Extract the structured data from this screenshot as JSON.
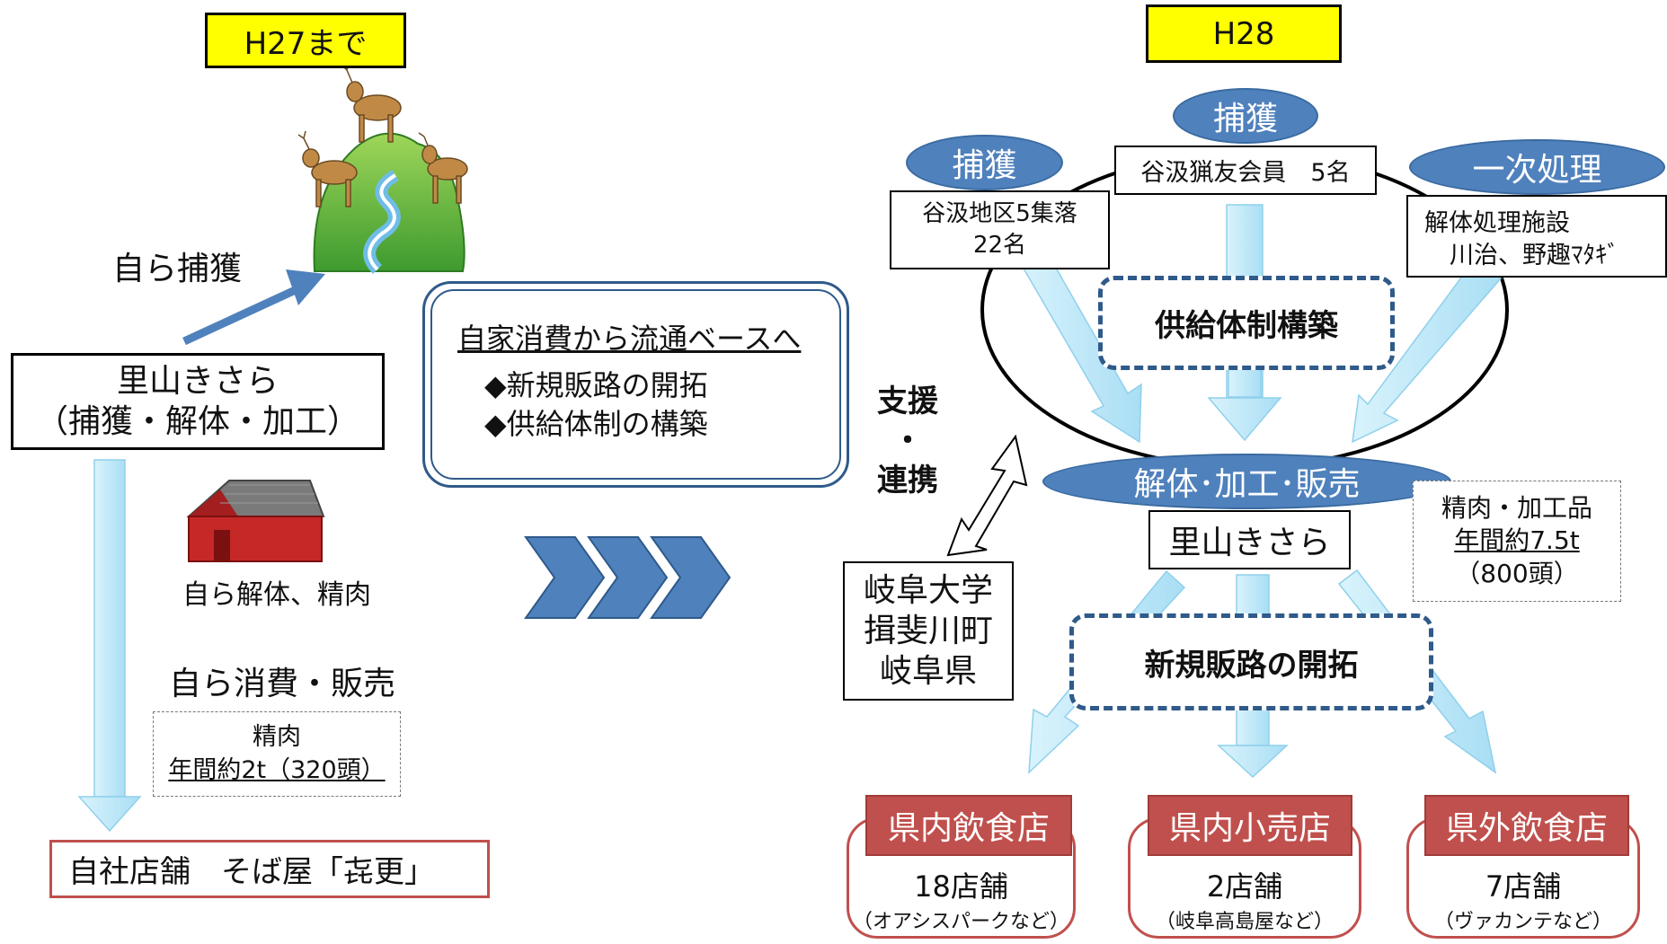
{
  "left": {
    "period_label": "H27まで",
    "self_capture": "自ら捕獲",
    "org_name": "里山きさら",
    "org_sub": "（捕獲・解体・加工）",
    "self_dismantle": "自ら解体、精肉",
    "self_consume": "自ら消費・販売",
    "meat_label": "精肉",
    "meat_volume": "年間約2t（320頭）",
    "store": "自社店舗　そば屋「㐂更」"
  },
  "middle": {
    "heading": "自家消費から流通ベースへ",
    "item1": "◆新規販路の開拓",
    "item2": "◆供給体制の構築",
    "support_label_1": "支援",
    "support_dot": "・",
    "support_label_2": "連携",
    "partners": [
      "岐阜大学",
      "揖斐川町",
      "岐阜県"
    ]
  },
  "right": {
    "period_label": "H28",
    "capture_left_tag": "捕獲",
    "capture_left_line1": "谷汲地区5集落",
    "capture_left_line2": "22名",
    "capture_top_tag": "捕獲",
    "capture_top_box": "谷汲猟友会員　5名",
    "primary_tag": "一次処理",
    "primary_line1": "解体処理施設",
    "primary_line2": "川治、野趣ﾏﾀｷﾞ",
    "supply_system": "供給体制構築",
    "process_tag": "解体･加工･販売",
    "org_name": "里山きさら",
    "output_line1": "精肉・加工品",
    "output_line2": "年間約7.5t",
    "output_line3": "（800頭）",
    "new_channels": "新規販路の開拓",
    "outlets": [
      {
        "name": "県内飲食店",
        "count": "18店舗",
        "example": "（オアシスパークなど）"
      },
      {
        "name": "県内小売店",
        "count": "2店舗",
        "example": "（岐阜高島屋など）"
      },
      {
        "name": "県外飲食店",
        "count": "7店舗",
        "example": "（ヴァカンテなど）"
      }
    ]
  },
  "colors": {
    "yellow": "#ffff00",
    "blue_oval": "#4f81bd",
    "light_blue_arrow": "#bfe8f8",
    "red": "#c0504d",
    "chevron_blue": "#4f81bd",
    "dashed_blue": "#2f5a8a"
  },
  "icons": [
    "mountain-with-deer-icon",
    "red-barn-icon",
    "chevron-arrows-icon",
    "double-headed-arrow-icon"
  ]
}
